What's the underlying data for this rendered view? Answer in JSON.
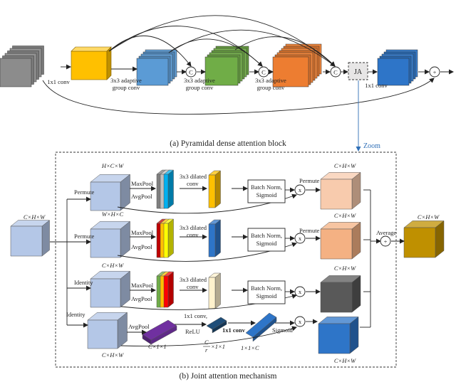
{
  "colors": {
    "gray": "#8c8c8c",
    "yellow": "#ffc000",
    "blue": "#5b9bd5",
    "green": "#70ad47",
    "orange": "#ed7d31",
    "dark_blue": "#2e75c8",
    "light_blue": "#b4c7e7",
    "peach": "#f8cbad",
    "salmon": "#f4b183",
    "dark_gray": "#595959",
    "gold": "#bf9000",
    "purple": "#7030a0",
    "zoom_blue": "#2f6fb7"
  },
  "top_block": {
    "caption": "(a) Pyramidal dense attention block",
    "conv1x1_left": "1x1 conv",
    "conv1x1_right": "1x1 conv",
    "adaptive_1_line1": "3x3 adaptive",
    "adaptive_1_line2": "group conv",
    "adaptive_2_line1": "3x3 adaptive",
    "adaptive_2_line2": "group conv",
    "adaptive_3_line1": "3x3 adaptive",
    "adaptive_3_line2": "group conv",
    "concat_symbol": "C",
    "ja_label": "JA",
    "plus_symbol": "+"
  },
  "zoom_label": "Zoom",
  "bottom_block": {
    "caption": "(b) Joint attention mechanism",
    "input_dim": "C×H×W",
    "output_dim": "C×H×W",
    "permute_1": "Permute",
    "permute_2": "Permute",
    "identity_1": "Identity",
    "identity_2": "Identity",
    "branch1_dim": "H×C×W",
    "branch2_top_dim": "W×H×C",
    "branch3_dim": "C×H×W",
    "branch4_dim": "C×H×W",
    "maxpool_1": "MaxPool",
    "avgpool_1": "AvgPool",
    "maxpool_2": "MaxPool",
    "avgpool_2": "AvgPool",
    "maxpool_3": "MaxPool",
    "avgpool_3": "AvgPool",
    "avgpool_4": "AvgPool",
    "dilated_1_line1": "3x3 dilated",
    "dilated_1_line2": "conv",
    "dilated_2_line1": "3x3 dilated",
    "dilated_2_line2": "conv",
    "dilated_3_line1": "3x3 dilated",
    "dilated_3_line2": "conv",
    "bn_1_line1": "Batch Norm,",
    "bn_1_line2": "Sigmoid",
    "bn_2_line1": "Batch Norm,",
    "bn_2_line2": "Sigmoid",
    "bn_3_line1": "Batch Norm,",
    "bn_3_line2": "Sigmoid",
    "mult_symbol": "x",
    "permute_out_1": "Permute",
    "permute_out_2": "Permute",
    "out1_dim": "C×H×W",
    "out2_dim": "C×H×W",
    "out3_dim": "C×H×W",
    "out4_dim": "C×H×W",
    "conv1x1_relu_line1": "1x1 conv,",
    "conv1x1_relu_line2": "ReLU",
    "conv1x1_second": "1x1 conv",
    "sigmoid_label": "Sigmoid",
    "pooled_dim": "C×1×1",
    "reduced_dim_num": "C",
    "reduced_dim_den": "r",
    "reduced_dim_rest": "×1×1",
    "expanded_dim": "1×1×C",
    "average_label": "Average",
    "plus_symbol": "+"
  }
}
